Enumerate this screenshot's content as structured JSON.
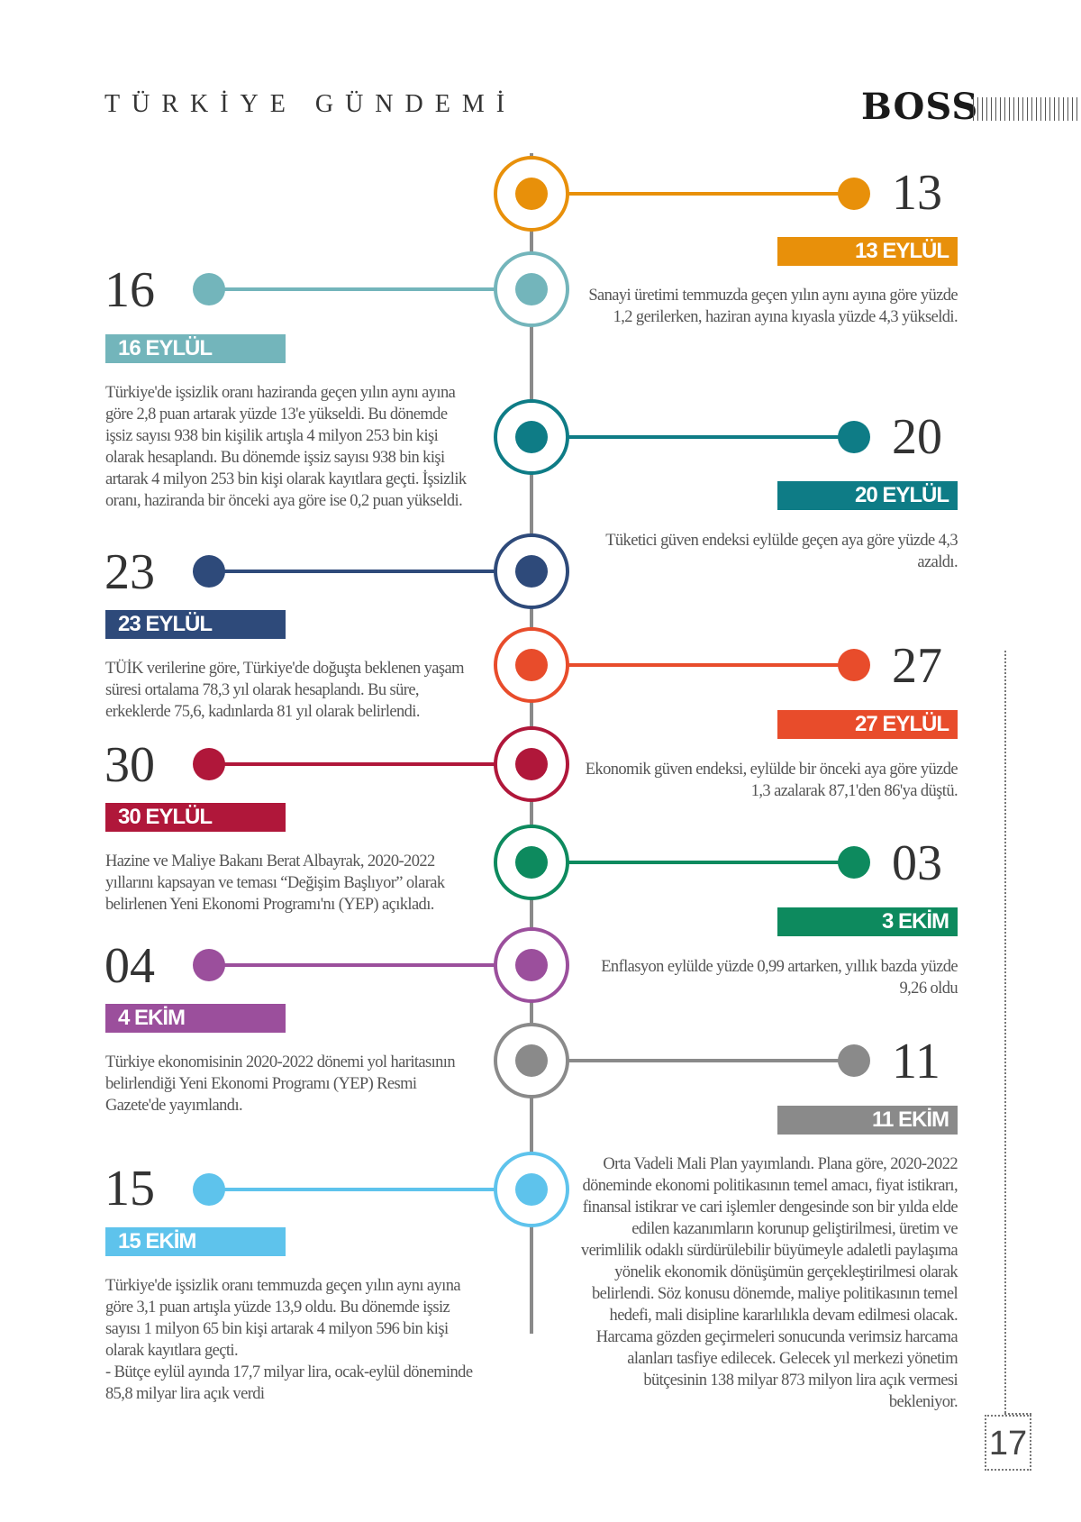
{
  "header": {
    "section_title": "TÜRKİYE GÜNDEMİ",
    "logo": "BOSS"
  },
  "page_number": "17",
  "events": [
    {
      "day": "13",
      "label": "13 EYLÜL",
      "color": "#e8900a",
      "side": "right",
      "text": "Sanayi üretimi temmuzda geçen yılın aynı ayına göre yüzde 1,2 gerilerken, haziran ayına kıyasla yüzde 4,3 yükseldi."
    },
    {
      "day": "16",
      "label": "16 EYLÜL",
      "color": "#73b5bb",
      "side": "left",
      "text": "Türkiye'de işsizlik oranı haziranda geçen yılın aynı ayına göre 2,8 puan artarak yüzde 13'e yükseldi. Bu dönemde işsiz sayısı 938 bin kişilik artışla 4 milyon 253 bin kişi olarak hesaplandı. Bu dönemde işsiz sayısı 938 bin kişi artarak 4 milyon 253 bin kişi olarak kayıtlara geçti. İşsizlik oranı, haziranda bir önceki aya göre ise 0,2 puan yükseldi."
    },
    {
      "day": "20",
      "label": "20 EYLÜL",
      "color": "#0e7c86",
      "side": "right",
      "text": "Tüketici güven endeksi eylülde geçen aya göre yüzde 4,3 azaldı."
    },
    {
      "day": "23",
      "label": "23 EYLÜL",
      "color": "#2e4a7a",
      "side": "left",
      "text": "TÜİK verilerine göre, Türkiye'de doğuşta beklenen yaşam süresi ortalama 78,3 yıl olarak hesaplandı. Bu süre, erkeklerde 75,6, kadınlarda 81 yıl olarak belirlendi."
    },
    {
      "day": "27",
      "label": "27 EYLÜL",
      "color": "#e84c2b",
      "side": "right",
      "text": "Ekonomik güven endeksi, eylülde bir önceki aya göre yüzde 1,3 azalarak 87,1'den 86'ya düştü."
    },
    {
      "day": "30",
      "label": "30 EYLÜL",
      "color": "#b0173a",
      "side": "left",
      "text": "Hazine ve Maliye Bakanı Berat Albayrak, 2020-2022 yıllarını kapsayan ve teması “Değişim Başlıyor” olarak belirlenen Yeni Ekonomi Programı'nı (YEP) açıkladı."
    },
    {
      "day": "03",
      "label": "3 EKİM",
      "color": "#0d8a5e",
      "side": "right",
      "text": "Enflasyon eylülde yüzde 0,99 artarken, yıllık bazda yüzde 9,26 oldu"
    },
    {
      "day": "04",
      "label": "4 EKİM",
      "color": "#9b4f9c",
      "side": "left",
      "text": "Türkiye ekonomisinin 2020-2022 dönemi yol haritasının belirlendiği Yeni Ekonomi Programı (YEP) Resmi Gazete'de yayımlandı."
    },
    {
      "day": "11",
      "label": "11 EKİM",
      "color": "#8a8a8a",
      "side": "right",
      "text": "Orta Vadeli Mali Plan yayımlandı. Plana göre, 2020-2022 döneminde ekonomi politikasının temel amacı, fiyat istikrarı, finansal istikrar ve cari işlemler dengesinde son bir yılda elde edilen kazanımların korunup geliştirilmesi, üretim ve verimlilik odaklı sürdürülebilir büyümeyle adaletli paylaşıma yönelik ekonomik dönüşümün gerçekleştirilmesi olarak belirlendi. Söz konusu dönemde, maliye politikasının temel hedefi, mali disipline kararlılıkla devam edilmesi olacak. Harcama gözden geçirmeleri sonucunda verimsiz harcama alanları tasfiye edilecek. Gelecek yıl merkezi yönetim bütçesinin 138 milyar 873 milyon lira açık vermesi bekleniyor."
    },
    {
      "day": "15",
      "label": "15 EKİM",
      "color": "#5ec3ec",
      "side": "left",
      "text": "Türkiye'de işsizlik oranı temmuzda geçen yılın aynı ayına göre 3,1 puan artışla yüzde 13,9 oldu. Bu dönemde işsiz sayısı 1 milyon 65 bin kişi artarak 4 milyon 596 bin kişi olarak kayıtlara geçti.",
      "text2": "- Bütçe eylül ayında 17,7 milyar lira, ocak-eylül döneminde 85,8 milyar lira açık verdi"
    }
  ]
}
